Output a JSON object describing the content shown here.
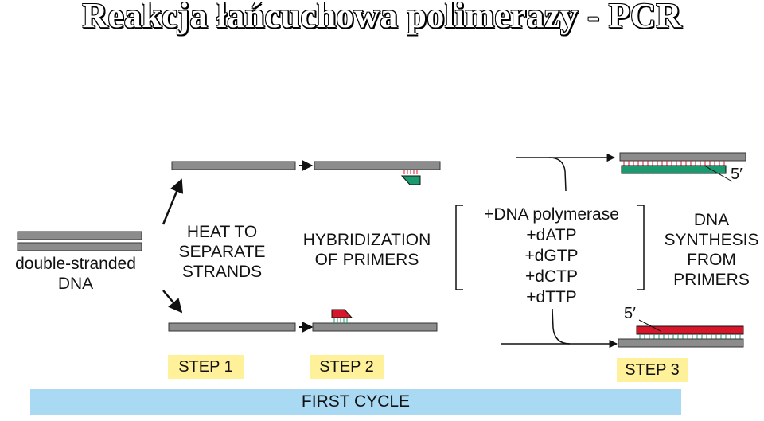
{
  "title": "Reakcja łańcuchowa polimerazy - PCR",
  "labels": {
    "dna": [
      "double-stranded",
      "DNA"
    ],
    "heat": [
      "HEAT TO",
      "SEPARATE",
      "STRANDS"
    ],
    "hybridization": [
      "HYBRIDIZATION",
      "OF PRIMERS"
    ],
    "reagents": [
      "+DNA polymerase",
      "+dATP",
      "+dGTP",
      "+dCTP",
      "+dTTP"
    ],
    "synthesis": [
      "DNA",
      "SYNTHESIS",
      "FROM",
      "PRIMERS"
    ]
  },
  "steps": [
    "STEP 1",
    "STEP 2",
    "STEP 3"
  ],
  "cycle": "FIRST CYCLE",
  "five_prime": "5′",
  "colors": {
    "strand": "#8c8c8c",
    "primer_top": "#1a9a6e",
    "primer_bottom": "#d8162b",
    "step_bg": "#fff19a",
    "cycle_bg": "#a9d9f3"
  }
}
